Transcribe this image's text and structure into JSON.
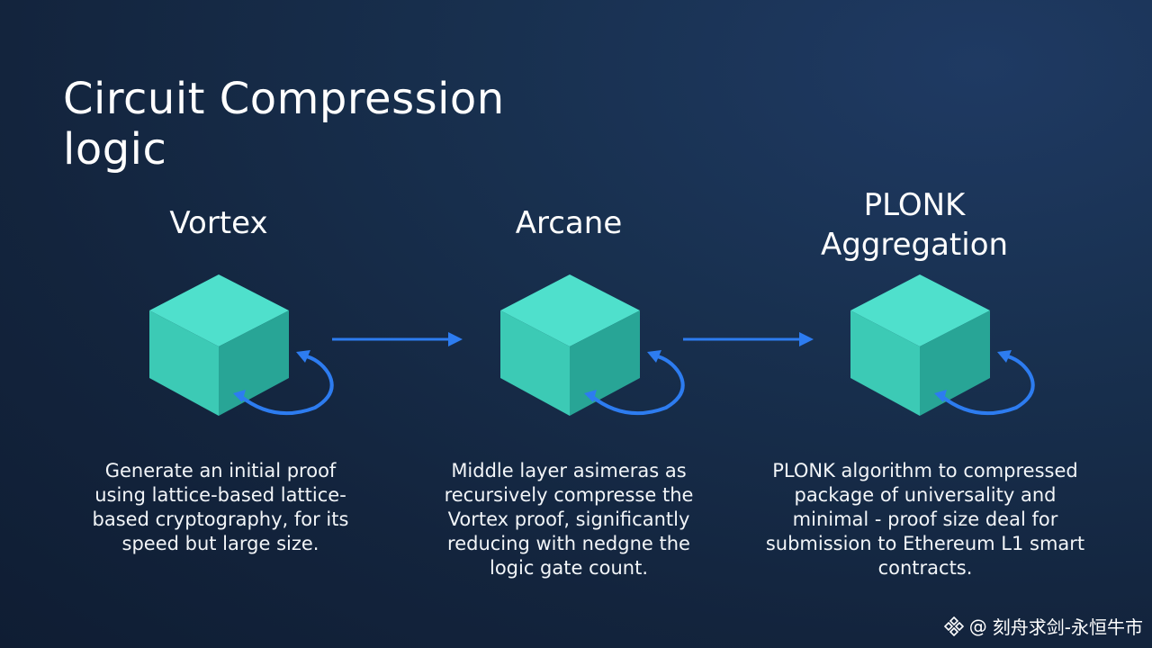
{
  "title": "Circuit Compression logic",
  "stages": [
    {
      "label": "Vortex",
      "description": "Generate an initial proof using lattice-based lattice-based cryptography, for its speed but large size."
    },
    {
      "label": "Arcane",
      "description": "Middle layer asimeras as recursively compresse the Vortex proof, significantly reducing with nedgne the logic gate count."
    },
    {
      "label": "PLONK Aggregation",
      "description": "PLONK algorithm to compressed package of universality and minimal - proof size deal for submission to Ethereum L1 smart contracts."
    }
  ],
  "watermark": {
    "prefix": "@",
    "text": "刻舟求剑-永恒牛市"
  },
  "colors": {
    "background": "#13243d",
    "cube_top": "#4fe0cc",
    "cube_left": "#3ccab5",
    "cube_right": "#28a596",
    "arrow": "#2d7cf0",
    "text": "#ffffff"
  },
  "icons": {
    "flow_arrow": "right-arrow-icon",
    "loop_arrow": "circular-arrow-icon",
    "watermark_logo": "diamond-logo-icon"
  }
}
